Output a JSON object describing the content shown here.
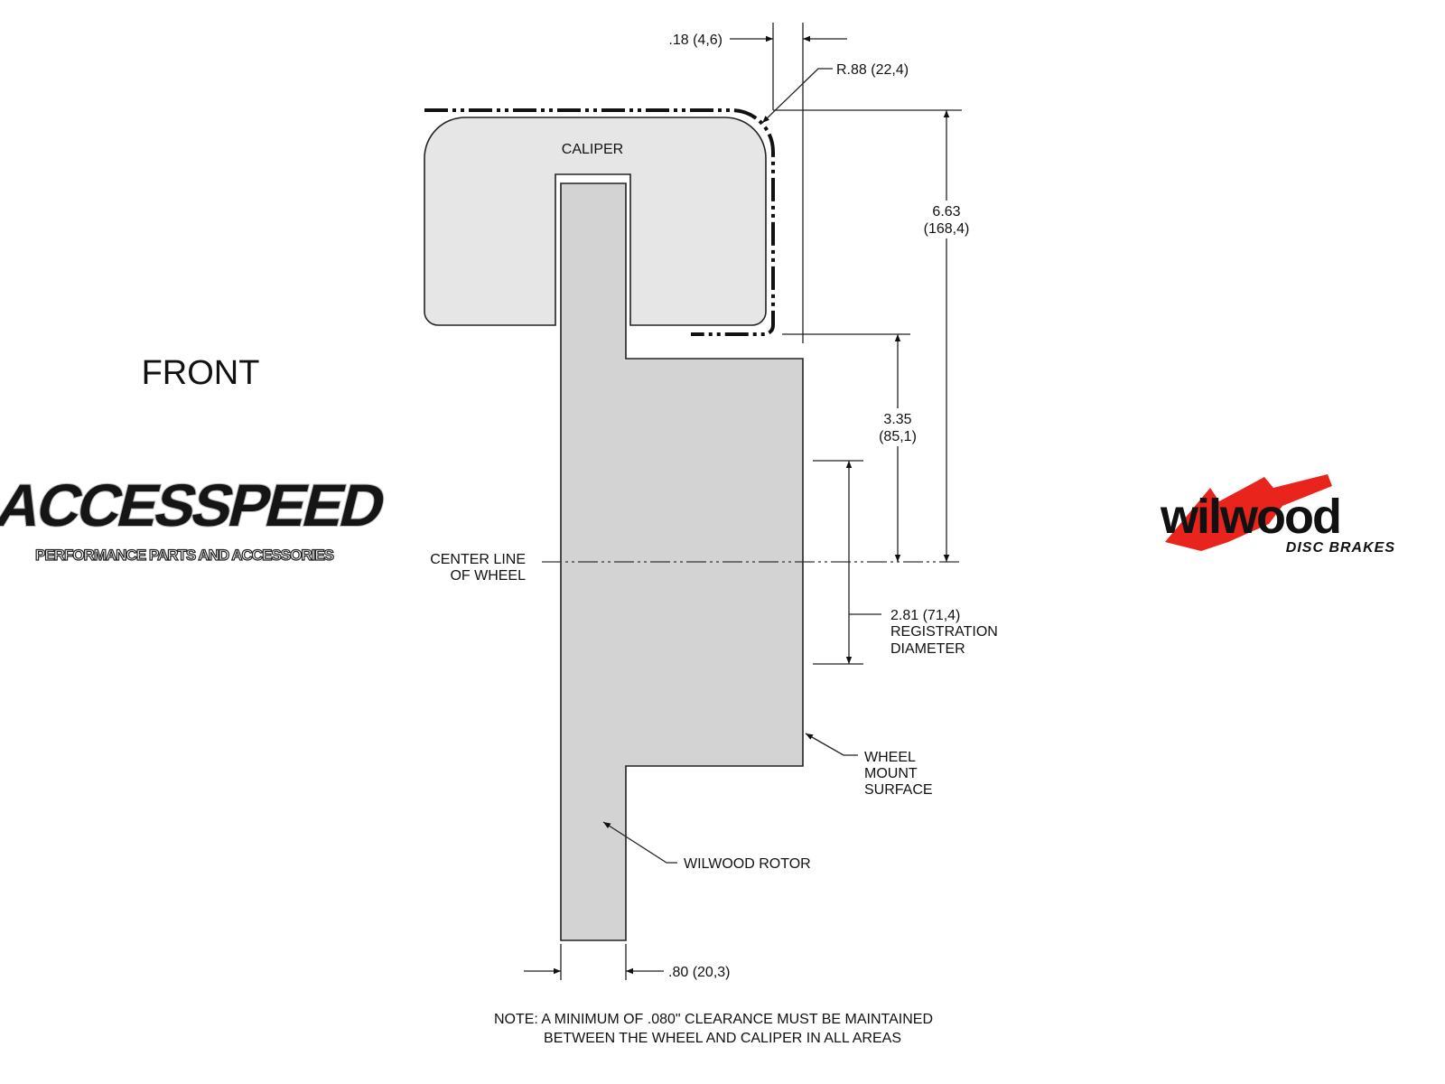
{
  "title": "FRONT",
  "labels": {
    "caliper": "CALIPER",
    "center_line": [
      "CENTER LINE",
      "OF WHEEL"
    ],
    "rotor": "WILWOOD ROTOR",
    "wheel_mount": [
      "WHEEL",
      "MOUNT",
      "SURFACE"
    ]
  },
  "dimensions": {
    "clearance_top": ".18 (4,6)",
    "radius": "R.88 (22,4)",
    "overall_height": [
      "6.63",
      "(168,4)"
    ],
    "mount_height": [
      "3.35",
      "(85,1)"
    ],
    "registration": [
      "2.81 (71,4)",
      "REGISTRATION",
      "DIAMETER"
    ],
    "rotor_width": ".80 (20,3)"
  },
  "note": [
    "NOTE: A MINIMUM OF .080\" CLEARANCE MUST BE MAINTAINED",
    "BETWEEN THE WHEEL AND CALIPER IN ALL AREAS"
  ],
  "logos": {
    "left": {
      "name": "ACCESSPEED",
      "tagline": "PERFORMANCE PARTS AND ACCESSORIES"
    },
    "right": {
      "name": "wilwood",
      "tagline": "DISC BRAKES",
      "accent": "#e8241c"
    }
  },
  "colors": {
    "caliper_fill": "#e6e6e6",
    "rotor_fill": "#d3d3d3"
  }
}
